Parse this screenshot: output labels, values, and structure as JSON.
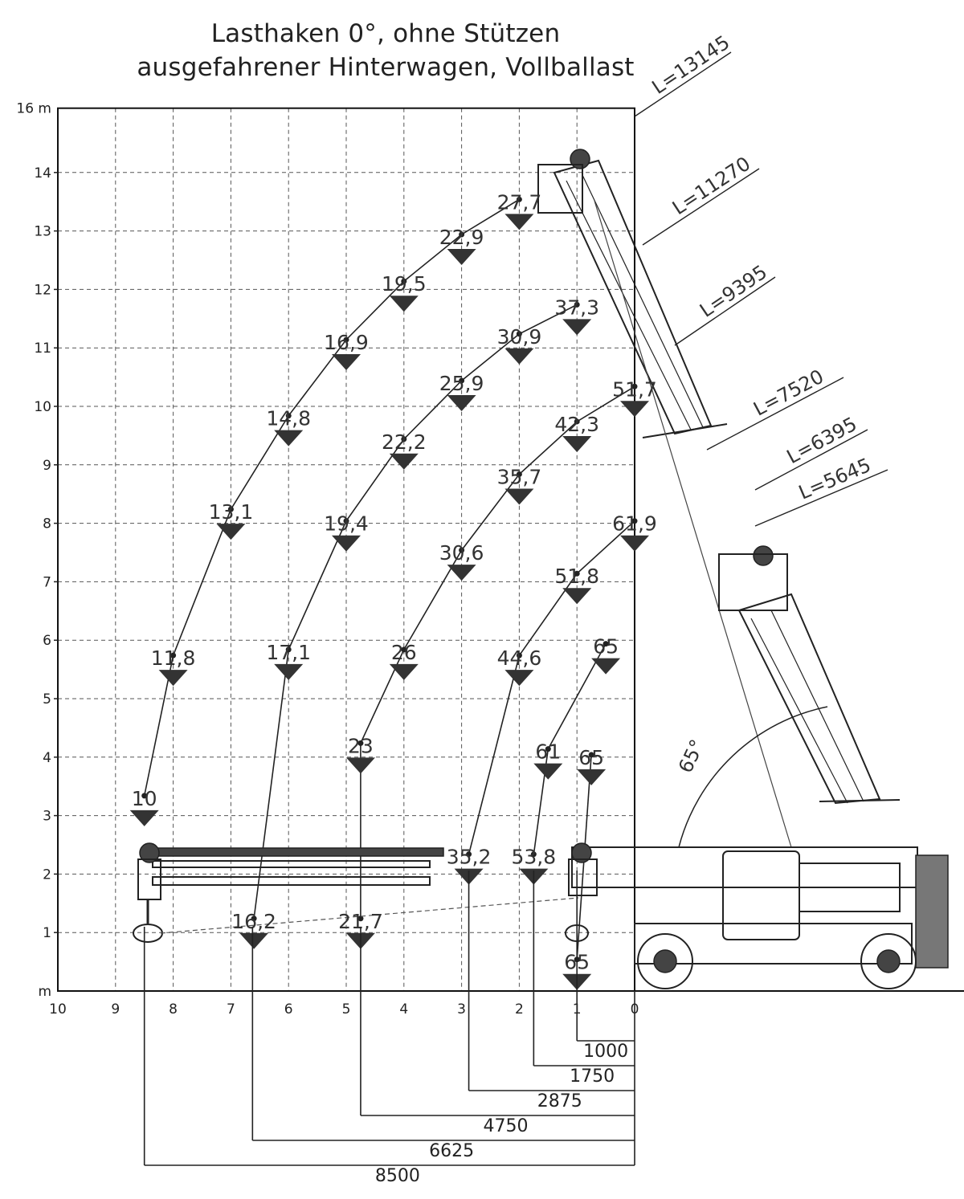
{
  "title_line1": "Lasthaken 0°, ohne Stützen",
  "title_line2": "ausgefahrener Hinterwagen, Vollballast",
  "y_axis": {
    "ticks": [
      "16 m",
      "14",
      "13",
      "12",
      "11",
      "10",
      "9",
      "8",
      "7",
      "6",
      "5",
      "4",
      "3",
      "2",
      "1",
      "m"
    ],
    "tick_values": [
      16,
      14,
      13,
      12,
      11,
      10,
      9,
      8,
      7,
      6,
      5,
      4,
      3,
      2,
      1,
      0
    ]
  },
  "x_axis": {
    "ticks": [
      "10",
      "9",
      "8",
      "7",
      "6",
      "5",
      "4",
      "3",
      "2",
      "1",
      "0"
    ],
    "tick_values": [
      10,
      9,
      8,
      7,
      6,
      5,
      4,
      3,
      2,
      1,
      0
    ]
  },
  "boom_lengths": [
    {
      "label": "L=13145",
      "length": 13145
    },
    {
      "label": "L=11270",
      "length": 11270
    },
    {
      "label": "L=9395",
      "length": 9395
    },
    {
      "label": "L=7520",
      "length": 7520
    },
    {
      "label": "L=6395",
      "length": 6395
    },
    {
      "label": "L=5645",
      "length": 5645
    }
  ],
  "load_points": [
    {
      "label": "27,7",
      "x": 2.0,
      "y": 13.1,
      "curve": 0
    },
    {
      "label": "22,9",
      "x": 3.0,
      "y": 12.5,
      "curve": 0
    },
    {
      "label": "19,5",
      "x": 4.0,
      "y": 11.7,
      "curve": 0
    },
    {
      "label": "16,9",
      "x": 5.0,
      "y": 10.7,
      "curve": 0
    },
    {
      "label": "14,8",
      "x": 6.0,
      "y": 9.4,
      "curve": 0
    },
    {
      "label": "13,1",
      "x": 7.0,
      "y": 7.8,
      "curve": 0
    },
    {
      "label": "11,8",
      "x": 8.0,
      "y": 5.3,
      "curve": 0
    },
    {
      "label": "10",
      "x": 8.5,
      "y": 2.9,
      "curve": 0
    },
    {
      "label": "37,3",
      "x": 1.0,
      "y": 11.3,
      "curve": 1
    },
    {
      "label": "30,9",
      "x": 2.0,
      "y": 10.8,
      "curve": 1
    },
    {
      "label": "25,9",
      "x": 3.0,
      "y": 10.0,
      "curve": 1
    },
    {
      "label": "22,2",
      "x": 4.0,
      "y": 9.0,
      "curve": 1
    },
    {
      "label": "19,4",
      "x": 5.0,
      "y": 7.6,
      "curve": 1
    },
    {
      "label": "17,1",
      "x": 6.0,
      "y": 5.4,
      "curve": 1
    },
    {
      "label": "16,2",
      "x": 6.6,
      "y": 0.8,
      "curve": 1
    },
    {
      "label": "51,7",
      "x": 0.0,
      "y": 9.9,
      "curve": 2
    },
    {
      "label": "42,3",
      "x": 1.0,
      "y": 9.3,
      "curve": 2
    },
    {
      "label": "35,7",
      "x": 2.0,
      "y": 8.4,
      "curve": 2
    },
    {
      "label": "30,6",
      "x": 3.0,
      "y": 7.1,
      "curve": 2
    },
    {
      "label": "26",
      "x": 4.0,
      "y": 5.4,
      "curve": 2
    },
    {
      "label": "23",
      "x": 4.75,
      "y": 3.8,
      "curve": 2
    },
    {
      "label": "21,7",
      "x": 4.75,
      "y": 0.8,
      "curve": 2
    },
    {
      "label": "61,9",
      "x": 0.0,
      "y": 7.6,
      "curve": 3
    },
    {
      "label": "51,8",
      "x": 1.0,
      "y": 6.7,
      "curve": 3
    },
    {
      "label": "44,6",
      "x": 2.0,
      "y": 5.3,
      "curve": 3
    },
    {
      "label": "35,2",
      "x": 2.875,
      "y": 1.9,
      "curve": 3
    },
    {
      "label": "65",
      "x": 0.5,
      "y": 5.5,
      "curve": 4
    },
    {
      "label": "61",
      "x": 1.5,
      "y": 3.7,
      "curve": 4
    },
    {
      "label": "53,8",
      "x": 1.75,
      "y": 1.9,
      "curve": 4
    },
    {
      "label": "65",
      "x": 0.75,
      "y": 3.6,
      "curve": 5
    },
    {
      "label": "65",
      "x": 1.0,
      "y": 0.1,
      "curve": 5
    }
  ],
  "angle_label": "65°",
  "dimensions": [
    {
      "label": "1000",
      "value": 1000
    },
    {
      "label": "1750",
      "value": 1750
    },
    {
      "label": "2875",
      "value": 2875
    },
    {
      "label": "4750",
      "value": 4750
    },
    {
      "label": "6625",
      "value": 6625
    },
    {
      "label": "8500",
      "value": 8500
    }
  ]
}
